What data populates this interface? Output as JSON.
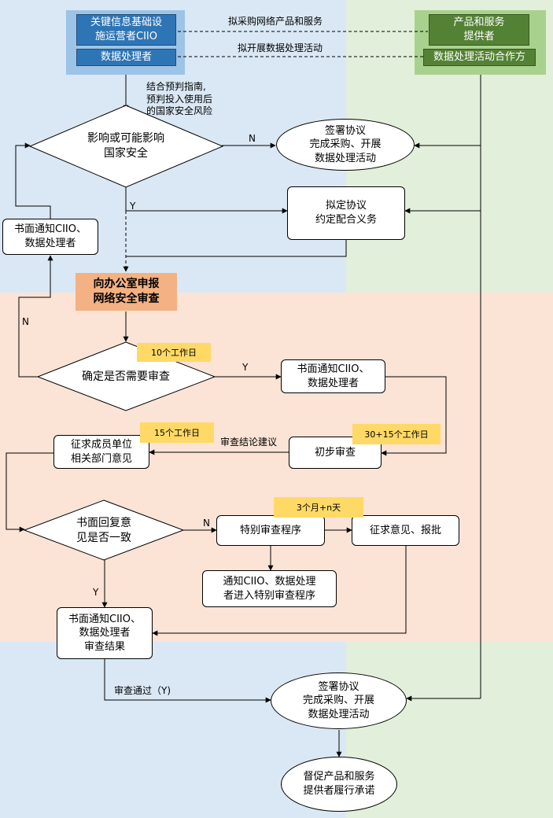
{
  "colors": {
    "top_band": "#dae8f5",
    "middle_band": "#fbe3d6",
    "bottom_band": "#dae8f5",
    "green_column": "#e2efda",
    "ciio_group": "#9dc3e6",
    "supplier_group": "#a9d18e",
    "blue_node": "#2e75b6",
    "green_node": "#548235",
    "orange_node": "#f4b183",
    "time_tag": "#ffd966"
  },
  "nodes": {
    "ciio": "关键信息基础设\n施运营者CIIO",
    "processor": "数据处理者",
    "supplier": "产品和服务\n提供者",
    "partner": "数据处理活动合作方",
    "decision_impact": "影响或可能影响\n国家安全",
    "sign_top": "签署协议\n完成采购、开展\n数据处理活动",
    "draft_agreement": "拟定协议\n约定配合义务",
    "notify_left": "书面通知CIIO、\n数据处理者",
    "apply_review": "向办公室申报\n网络安全审查",
    "decision_need": "确定是否需要审查",
    "notify_right": "书面通知CIIO、\n数据处理者",
    "prelim_review": "初步审查",
    "solicit_units": "征求成员单位\n相关部门意见",
    "decision_consistent": "书面回复意\n见是否一致",
    "special_review": "特别审查程序",
    "solicit_approve": "征求意见、报批",
    "notify_special": "通知CIIO、数据处理\n者进入特别审查程序",
    "notify_result": "书面通知CIIO、\n数据处理者\n审查结果",
    "sign_bottom": "签署协议\n完成采购、开展\n数据处理活动",
    "urge": "督促产品和服务\n提供者履行承诺"
  },
  "edge_labels": {
    "purchase": "拟采购网络产品和服务",
    "data_activity": "拟开展数据处理活动",
    "predict": "结合预判指南,\n预判投入使用后\n的国家安全风险",
    "n1": "N",
    "y1": "Y",
    "n2": "N",
    "y2": "Y",
    "conclusion": "审查结论建议",
    "n3": "N",
    "y3": "Y",
    "passed": "审查通过（Y)"
  },
  "time_tags": {
    "t10": "10个工作日",
    "t15": "15个工作日",
    "t30": "30+15个工作日",
    "t3m": "3个月+n天"
  }
}
